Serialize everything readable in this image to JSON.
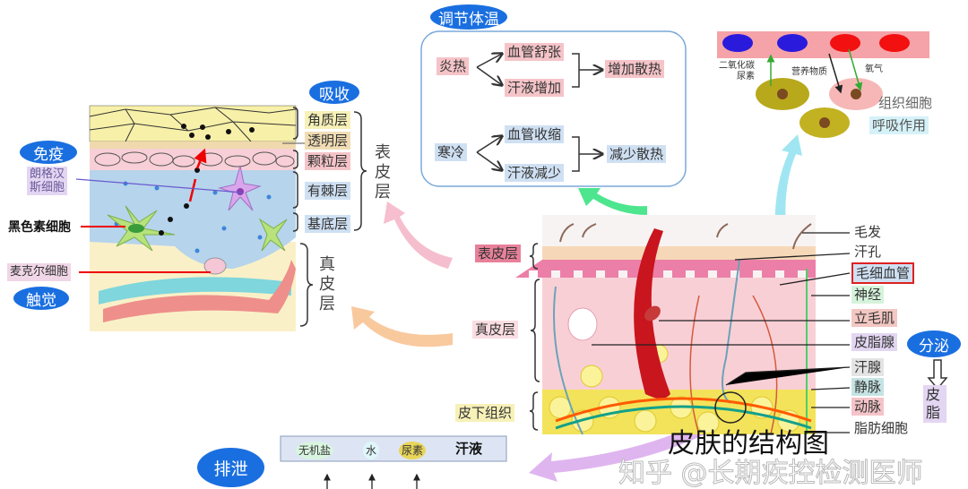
{
  "functions": {
    "absorb": "吸收",
    "immune": "免疫",
    "touch": "触觉",
    "temperature": "调节体温",
    "secrete": "分泌",
    "excrete": "排泄"
  },
  "epidermis_detail": {
    "layers": [
      "角质层",
      "透明层",
      "颗粒层",
      "有棘层",
      "基底层"
    ],
    "epidermis": "表皮层",
    "dermis": "真皮层",
    "langerhans": "朗格汉斯细胞",
    "langerhans_l1": "朗格汉",
    "langerhans_l2": "斯细胞",
    "melanocyte": "黑色素细胞",
    "merkel": "麦克尔细胞"
  },
  "temperature": {
    "hot": {
      "cause": "炎热",
      "effects": [
        "血管舒张",
        "汗液增加"
      ],
      "result": "增加散热"
    },
    "cold": {
      "cause": "寒冷",
      "effects": [
        "血管收缩",
        "汗液减少"
      ],
      "result": "减少散热"
    }
  },
  "respiration": {
    "co2": "二氧化碳",
    "urea": "尿素",
    "nutrients": "营养物质",
    "oxygen": "氧气",
    "tissue_cell": "组织细胞",
    "respiration": "呼吸作用"
  },
  "cross_section": {
    "left_labels": [
      "表皮层",
      "真皮层",
      "皮下组织"
    ],
    "right_labels": [
      "毛发",
      "汗孔",
      "毛细血管",
      "神经",
      "立毛肌",
      "皮脂腺",
      "汗腺",
      "静脉",
      "动脉",
      "脂肪细胞"
    ],
    "sebum": "皮脂"
  },
  "sweat": {
    "items": [
      "无机盐",
      "水",
      "尿素"
    ],
    "label": "汗液"
  },
  "title": "皮肤的结构图",
  "watermark": "知乎 @长期疾控检测医师"
}
